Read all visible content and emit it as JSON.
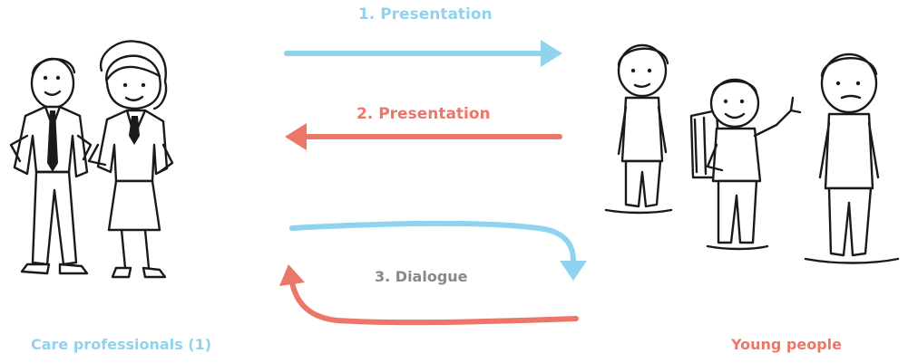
{
  "steps": {
    "step1_label": "1. Presentation",
    "step2_label": "2. Presentation",
    "step3_label": "3. Dialogue"
  },
  "groups": {
    "left_caption": "Care professionals (1)",
    "right_caption": "Young people"
  },
  "colors": {
    "blue": "#8fd3ee",
    "red": "#ec7668",
    "gray": "#888888"
  }
}
